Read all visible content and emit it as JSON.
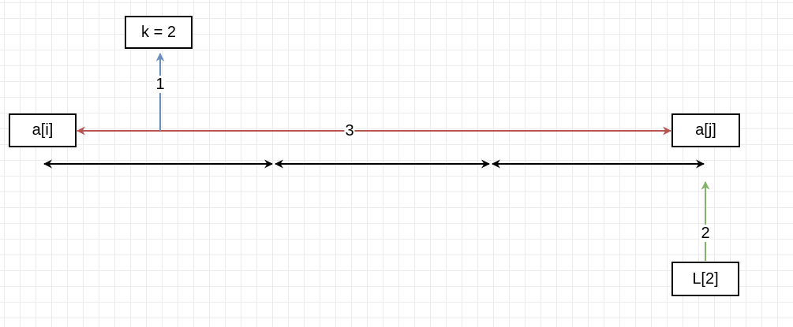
{
  "nodes": {
    "k_box": "k = 2",
    "ai_box": "a[i]",
    "aj_box": "a[j]",
    "l2_box": "L[2]"
  },
  "edges": {
    "blue_label": "1",
    "red_label": "3",
    "green_label": "2"
  },
  "colors": {
    "blue": "#6c8ebf",
    "red": "#b85450",
    "green": "#82b366",
    "black": "#000000"
  }
}
